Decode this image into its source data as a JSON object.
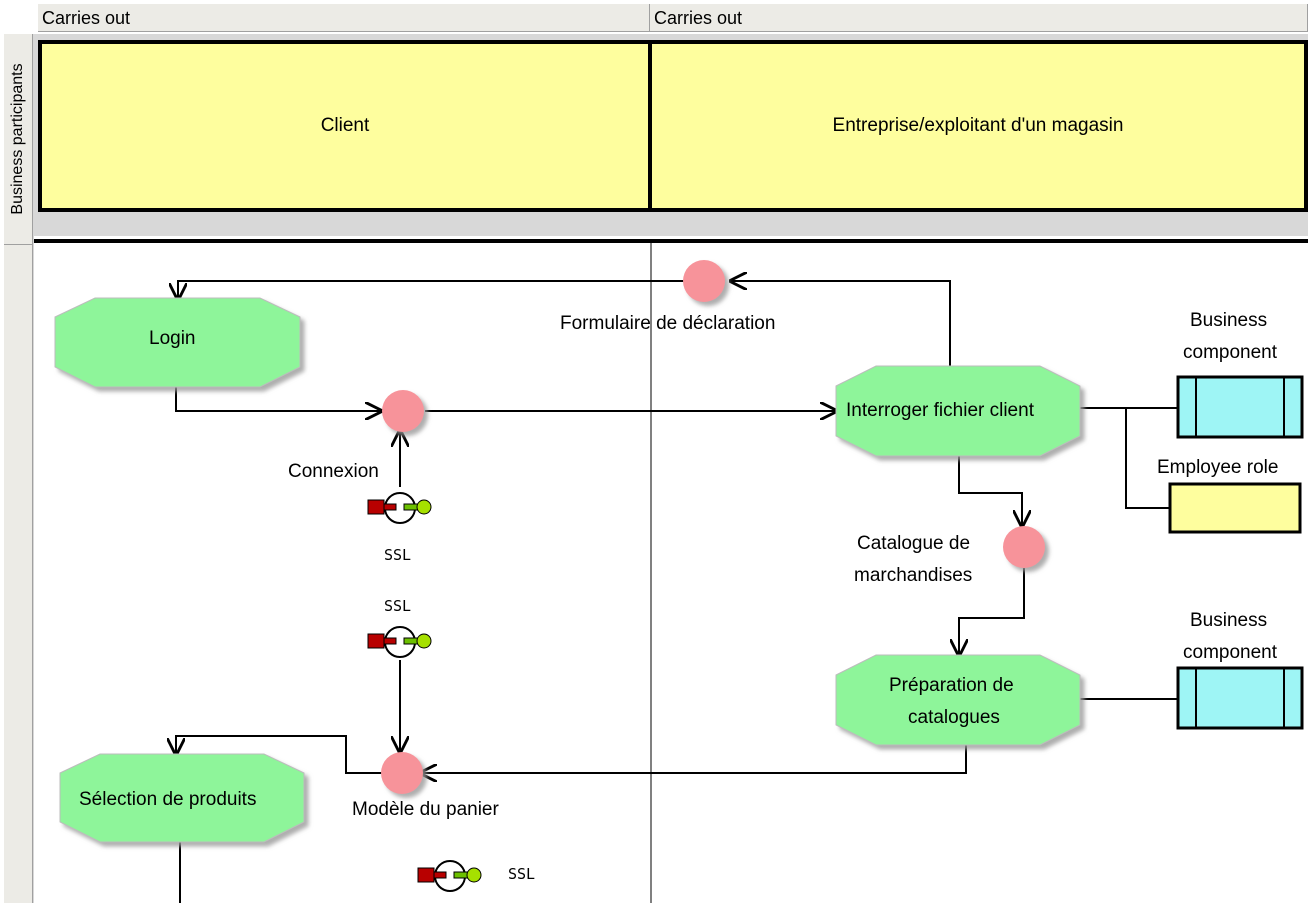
{
  "columns": [
    "Carries out",
    "Carries out"
  ],
  "row_label": "Business participants",
  "participants": [
    "Client",
    "Entreprise/exploitant d'un magasin"
  ],
  "functions": {
    "login": "Login",
    "interroger": "Interroger fichier client",
    "preparation": [
      "Préparation de",
      "catalogues"
    ],
    "selection": "Sélection de produits"
  },
  "events": {
    "formulaire": "Formulaire de déclaration",
    "connexion": "Connexion",
    "catalogue": [
      "Catalogue de",
      "marchandises"
    ],
    "modele": "Modèle du panier"
  },
  "objects": {
    "business_component_1": [
      "Business",
      "component"
    ],
    "employee_role": "Employee role",
    "business_component_2": [
      "Business",
      "component"
    ]
  },
  "ssl_labels": [
    "SSL",
    "SSL",
    "SSL"
  ],
  "colors": {
    "function_fill": "#8ef59a",
    "event_fill": "#f7939a",
    "component_fill": "#9ef5f5",
    "role_fill": "#fefe9e",
    "participant_fill": "#fefe9e"
  }
}
